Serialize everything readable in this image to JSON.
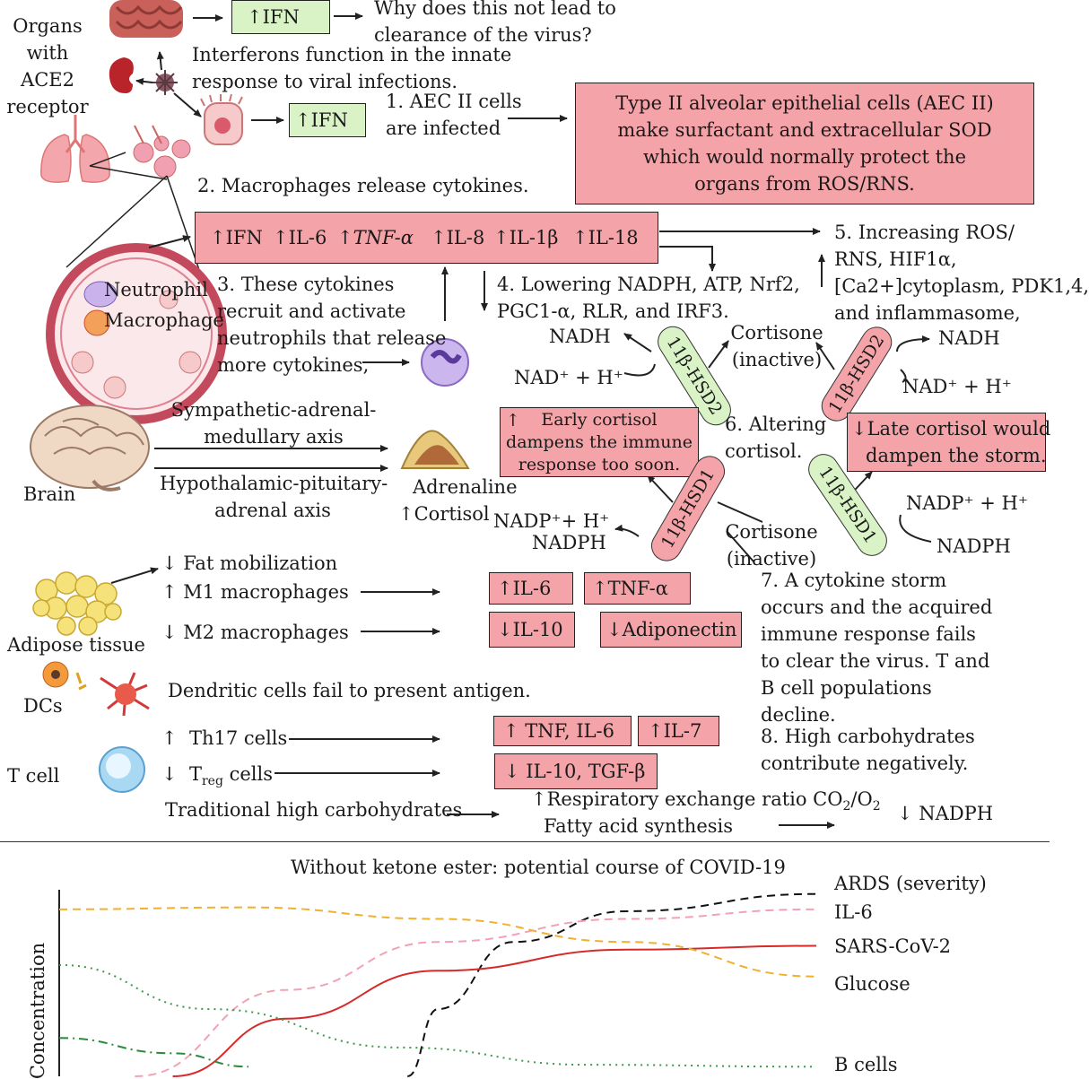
{
  "colors": {
    "box_pink": "#f4a3a8",
    "box_green": "#d9f3c6",
    "ards": "#111111",
    "il6": "#f2a3b3",
    "virus": "#d62a2a",
    "glucose": "#f0b030",
    "bcells": "#2a8a3a"
  },
  "top": {
    "organs_label": [
      "Organs",
      "with",
      "ACE2",
      "receptor"
    ],
    "ifn_label": "IFN",
    "question": [
      "Why does this not lead to",
      "clearance of the virus?"
    ],
    "interferon_note": [
      "Interferons function in the innate",
      "response to viral infections."
    ],
    "step1": [
      "1. AEC II cells",
      "are infected"
    ],
    "aec_box": [
      "Type II alveolar epithelial cells (AEC II)",
      "make surfactant and extracellular SOD",
      "which would normally protect the",
      "organs from ROS/RNS."
    ],
    "step2": "2. Macrophages release cytokines.",
    "cytokine_bar": [
      "IFN",
      "IL-6",
      "TNF-α",
      "IL-8",
      "IL-1β",
      "IL-18"
    ],
    "step5": [
      "5. Increasing ROS/",
      "RNS, HIF1α,",
      "[Ca2+]cytoplasm, PDK1,4,",
      "and inflammasome,"
    ],
    "neutrophil": "Neutrophil",
    "macrophage": "Macrophage",
    "step3": [
      "3. These cytokines",
      "recruit and activate",
      "neutrophils that release",
      "more cytokines,"
    ],
    "step4": [
      "4. Lowering NADPH, ATP, Nrf2,",
      "PGC1-α, RLR, and IRF3."
    ]
  },
  "cortisol": {
    "nadh_left": "NADH",
    "nad_left": "NAD⁺ + H⁺",
    "cortisone_top": [
      "Cortisone",
      "(inactive)"
    ],
    "hsd2": "11β-HSD2",
    "hsd1": "11β-HSD1",
    "nadh_right": "NADH",
    "nad_right": "NAD⁺ + H⁺",
    "early_box": [
      "Early cortisol",
      "dampens the immune",
      "response too soon."
    ],
    "step6": [
      "6. Altering",
      "cortisol."
    ],
    "late_box": [
      "Late cortisol would",
      "dampen the storm."
    ],
    "nadp_right": "NADP⁺ + H⁺",
    "nadph_right": "NADPH",
    "nadp_left": "NADP⁺+ H⁺",
    "nadph_left": "NADPH",
    "cortisone_bottom": [
      "Cortisone",
      "(inactive)"
    ]
  },
  "brain": {
    "label": "Brain",
    "axis1": [
      "Sympathetic-adrenal-",
      "medullary axis"
    ],
    "axis2": [
      "Hypothalamic-pituitary-",
      "adrenal axis"
    ],
    "adrenaline": "Adrenaline",
    "cortisol": "Cortisol"
  },
  "adipose": {
    "fat": "Fat mobilization",
    "m1": "M1 macrophages",
    "m2": "M2 macrophages",
    "label": "Adipose tissue",
    "il6": "IL-6",
    "tnf": "TNF-α",
    "il10": "IL-10",
    "adiponectin": "Adiponectin"
  },
  "step7": [
    "7. A cytokine storm",
    "occurs and the acquired",
    "immune response fails",
    "to clear the virus. T and",
    "B cell populations",
    "decline."
  ],
  "dc": {
    "label": "DCs",
    "text": "Dendritic cells fail to present antigen."
  },
  "tcell": {
    "label": "T cell",
    "th17": "Th17 cells",
    "treg": "T",
    "treg_sub": "reg",
    "treg_cells": "cells",
    "tnf_il6": "TNF, IL-6",
    "il7": "IL-7",
    "il10_tgf": "IL-10, TGF-β"
  },
  "step8": [
    "8. High carbohydrates",
    "contribute negatively."
  ],
  "carbs": {
    "text": "Traditional high carbohydrates",
    "resp": "Respiratory exchange ratio CO",
    "resp_sub1": "2",
    "resp_mid": "/O",
    "resp_sub2": "2",
    "fatty": "Fatty acid synthesis",
    "nadph": "NADPH"
  },
  "chart_data": {
    "type": "line",
    "title": "Without ketone ester: potential course of COVID-19",
    "ylabel": "Concentration",
    "xlabel": "",
    "series": [
      {
        "name": "ARDS (severity)",
        "style": "dashed",
        "color": "#111111",
        "values": [
          [
            0.46,
            0.0
          ],
          [
            0.5,
            0.35
          ],
          [
            0.6,
            0.7
          ],
          [
            0.75,
            0.86
          ],
          [
            1.0,
            0.95
          ]
        ]
      },
      {
        "name": "IL-6",
        "style": "dashed",
        "color": "#f2a3b3",
        "values": [
          [
            0.1,
            0.0
          ],
          [
            0.3,
            0.45
          ],
          [
            0.5,
            0.7
          ],
          [
            0.75,
            0.82
          ],
          [
            1.0,
            0.87
          ]
        ]
      },
      {
        "name": "SARS-CoV-2",
        "style": "solid",
        "color": "#d62a2a",
        "values": [
          [
            0.15,
            0.0
          ],
          [
            0.3,
            0.3
          ],
          [
            0.5,
            0.55
          ],
          [
            0.75,
            0.66
          ],
          [
            1.0,
            0.68
          ]
        ]
      },
      {
        "name": "Glucose",
        "style": "dashed",
        "color": "#f0b030",
        "values": [
          [
            0.0,
            0.87
          ],
          [
            0.25,
            0.88
          ],
          [
            0.5,
            0.82
          ],
          [
            0.75,
            0.7
          ],
          [
            1.0,
            0.52
          ]
        ]
      },
      {
        "name": "",
        "style": "dotted",
        "color": "#3a9a4a",
        "values": [
          [
            0.0,
            0.58
          ],
          [
            0.2,
            0.35
          ],
          [
            0.45,
            0.15
          ],
          [
            0.7,
            0.06
          ],
          [
            1.0,
            0.05
          ]
        ]
      },
      {
        "name": "B cells",
        "style": "dashdot",
        "color": "#2a8a3a",
        "values": [
          [
            0.0,
            0.2
          ],
          [
            0.15,
            0.12
          ],
          [
            0.25,
            0.05
          ]
        ]
      }
    ]
  }
}
